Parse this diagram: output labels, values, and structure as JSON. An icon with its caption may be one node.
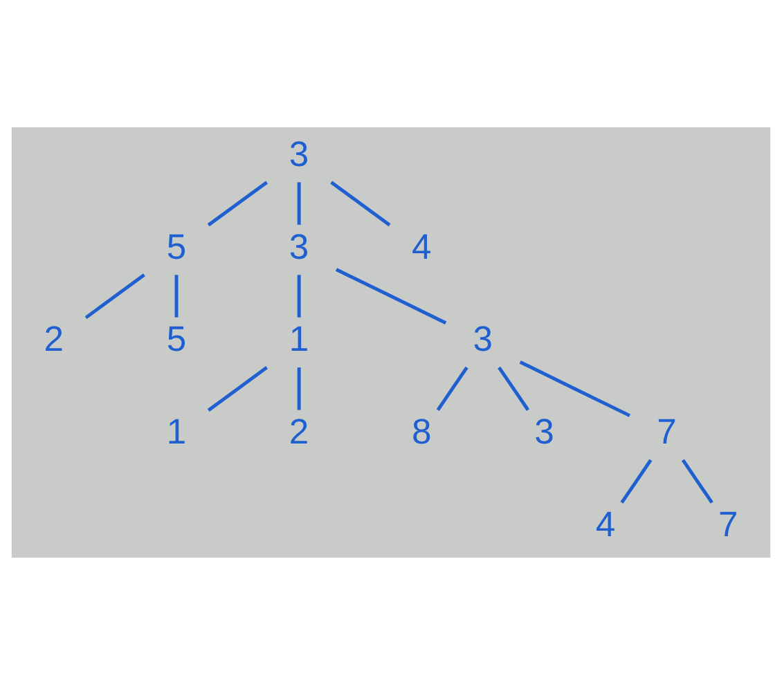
{
  "diagram": {
    "nodes": [
      {
        "text": [
          "3"
        ]
      },
      {
        "text": [
          "5"
        ]
      },
      {
        "text": [
          "3"
        ]
      },
      {
        "text": [
          "4"
        ]
      },
      {
        "text": [
          "2"
        ]
      },
      {
        "text": [
          "5"
        ]
      },
      {
        "text": [
          "1"
        ]
      },
      {
        "text": [
          "3"
        ]
      },
      {
        "text": [
          "1"
        ]
      },
      {
        "text": [
          "2"
        ]
      },
      {
        "text": [
          "8"
        ]
      },
      {
        "text": [
          "3"
        ]
      },
      {
        "text": [
          "7"
        ]
      },
      {
        "text": [
          "4"
        ]
      },
      {
        "text": [
          "7"
        ]
      }
    ],
    "edges": [
      {
        "from": 0,
        "to": 1,
        "arrow": "none"
      },
      {
        "from": 0,
        "to": 2,
        "arrow": "none"
      },
      {
        "from": 0,
        "to": 3,
        "arrow": "none"
      },
      {
        "from": 1,
        "to": 4,
        "arrow": "none"
      },
      {
        "from": 1,
        "to": 5,
        "arrow": "none"
      },
      {
        "from": 2,
        "to": 6,
        "arrow": "none"
      },
      {
        "from": 2,
        "to": 7,
        "arrow": "none"
      },
      {
        "from": 6,
        "to": 8,
        "arrow": "none"
      },
      {
        "from": 6,
        "to": 9,
        "arrow": "none"
      },
      {
        "from": 7,
        "to": 10,
        "arrow": "none"
      },
      {
        "from": 7,
        "to": 11,
        "arrow": "none"
      },
      {
        "from": 7,
        "to": 12,
        "arrow": "none"
      },
      {
        "from": 12,
        "to": 13,
        "arrow": "none"
      },
      {
        "from": 12,
        "to": 14,
        "arrow": "none"
      }
    ]
  }
}
